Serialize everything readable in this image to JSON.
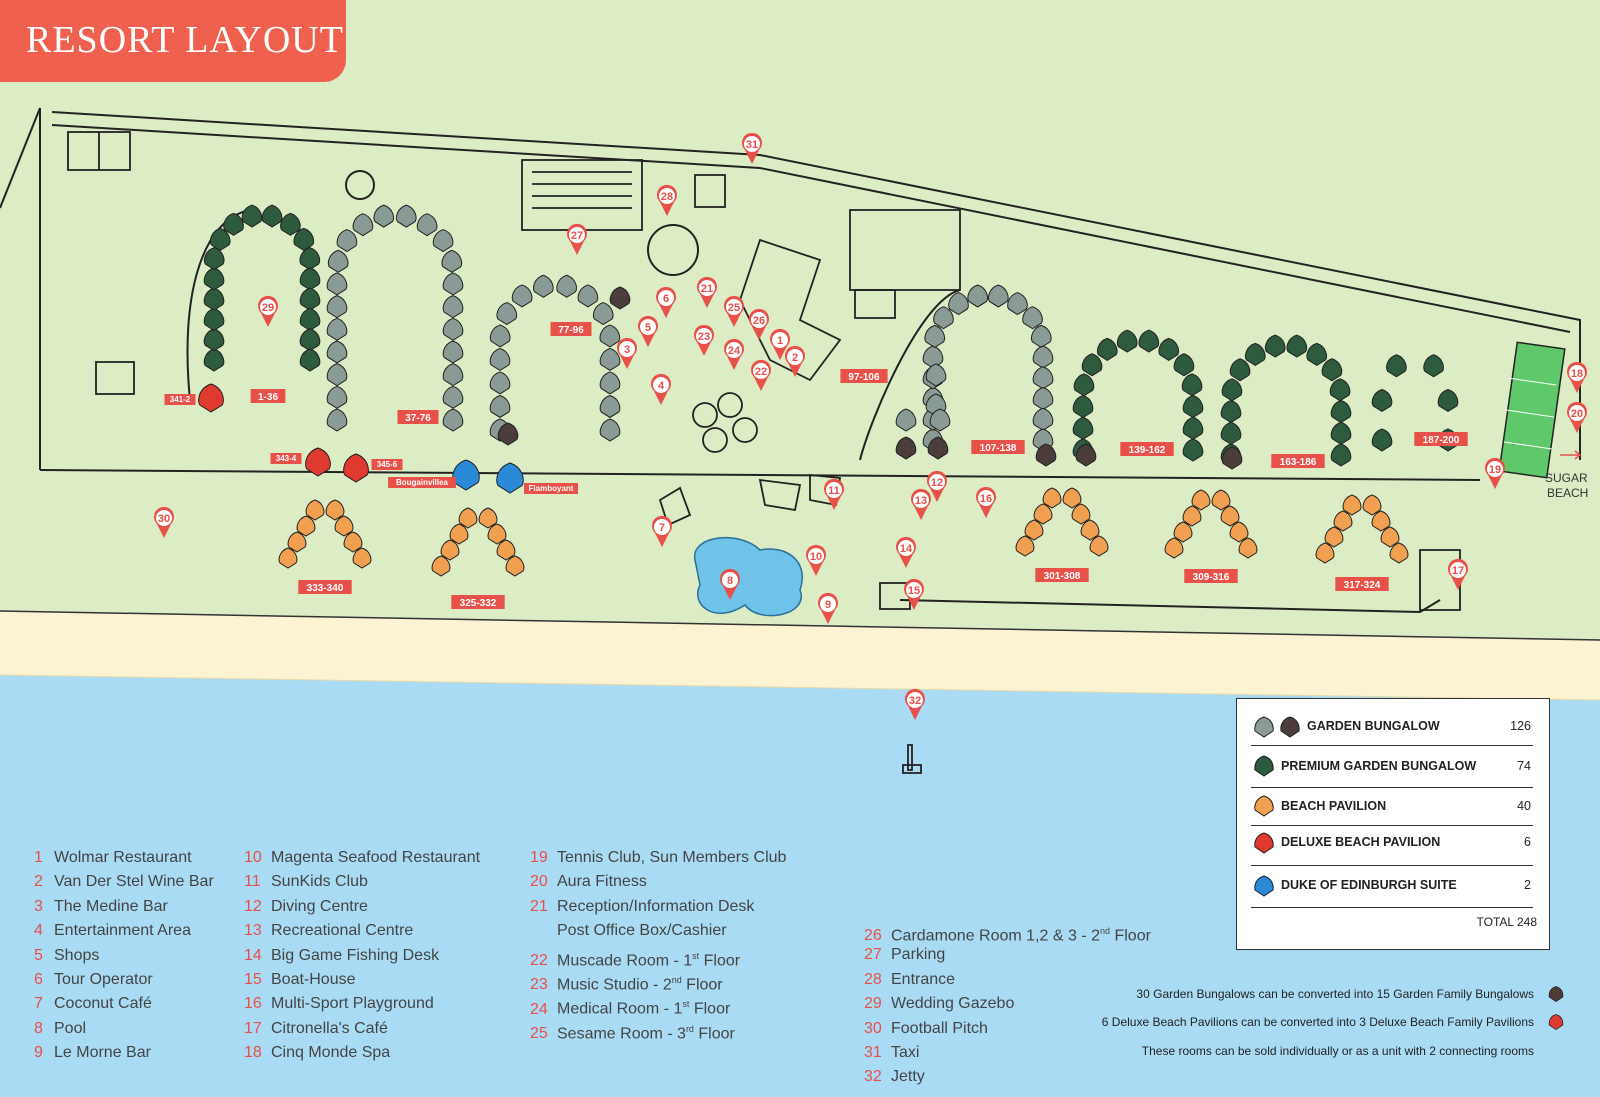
{
  "title": "RESORT LAYOUT",
  "map_labels": {
    "sugar_beach_1": "SUGAR",
    "sugar_beach_2": "BEACH",
    "zones": [
      "1-36",
      "37-76",
      "77-96",
      "97-106",
      "107-138",
      "139-162",
      "163-186",
      "187-200",
      "333-340",
      "325-332",
      "301-308",
      "309-316",
      "317-324",
      "341-2",
      "343-4",
      "345-6",
      "Bougainvillea",
      "Flamboyant"
    ]
  },
  "pins": [
    "1",
    "2",
    "3",
    "4",
    "5",
    "6",
    "7",
    "8",
    "9",
    "10",
    "11",
    "12",
    "13",
    "14",
    "15",
    "16",
    "17",
    "18",
    "19",
    "20",
    "21",
    "22",
    "23",
    "24",
    "25",
    "26",
    "27",
    "28",
    "29",
    "30",
    "31",
    "32"
  ],
  "legend": [
    {
      "num": "1",
      "label": "Wolmar Restaurant"
    },
    {
      "num": "2",
      "label": "Van Der Stel Wine Bar"
    },
    {
      "num": "3",
      "label": "The Medine Bar"
    },
    {
      "num": "4",
      "label": "Entertainment Area"
    },
    {
      "num": "5",
      "label": "Shops"
    },
    {
      "num": "6",
      "label": "Tour Operator"
    },
    {
      "num": "7",
      "label": "Coconut Café"
    },
    {
      "num": "8",
      "label": "Pool"
    },
    {
      "num": "9",
      "label": "Le Morne Bar"
    },
    {
      "num": "10",
      "label": "Magenta Seafood Restaurant"
    },
    {
      "num": "11",
      "label": "SunKids Club"
    },
    {
      "num": "12",
      "label": "Diving Centre"
    },
    {
      "num": "13",
      "label": "Recreational Centre"
    },
    {
      "num": "14",
      "label": "Big Game Fishing Desk"
    },
    {
      "num": "15",
      "label": "Boat-House"
    },
    {
      "num": "16",
      "label": "Multi-Sport Playground"
    },
    {
      "num": "17",
      "label": "Citronella's Café"
    },
    {
      "num": "18",
      "label": "Cinq Monde Spa"
    },
    {
      "num": "19",
      "label": "Tennis Club, Sun Members Club"
    },
    {
      "num": "20",
      "label": "Aura Fitness"
    },
    {
      "num": "21",
      "label": "Reception/Information Desk"
    },
    {
      "num": "",
      "label": "Post Office Box/Cashier"
    },
    {
      "num": "22",
      "label": "Muscade Room - 1",
      "sup": "st",
      "tail": " Floor"
    },
    {
      "num": "23",
      "label": "Music Studio - 2",
      "sup": "nd",
      "tail": " Floor"
    },
    {
      "num": "24",
      "label": "Medical Room  - 1",
      "sup": "st",
      "tail": " Floor"
    },
    {
      "num": "25",
      "label": "Sesame Room - 3",
      "sup": "rd",
      "tail": " Floor"
    },
    {
      "num": "26",
      "label": "Cardamone Room 1,2 & 3 - 2",
      "sup": "nd",
      "tail": " Floor"
    },
    {
      "num": "27",
      "label": "Parking"
    },
    {
      "num": "28",
      "label": "Entrance"
    },
    {
      "num": "29",
      "label": "Wedding Gazebo"
    },
    {
      "num": "30",
      "label": "Football Pitch"
    },
    {
      "num": "31",
      "label": "Taxi"
    },
    {
      "num": "32",
      "label": "Jetty"
    }
  ],
  "key": {
    "rows": [
      {
        "label": "GARDEN BUNGALOW",
        "count": "126",
        "colors": [
          "#8a9a94",
          "#4a3d3a"
        ]
      },
      {
        "label": "PREMIUM GARDEN BUNGALOW",
        "count": "74",
        "colors": [
          "#2e5a3e"
        ]
      },
      {
        "label": "BEACH PAVILION",
        "count": "40",
        "colors": [
          "#f0a050"
        ]
      },
      {
        "label": "DELUXE BEACH PAVILION",
        "count": "6",
        "colors": [
          "#e03a30"
        ]
      },
      {
        "label": "DUKE OF EDINBURGH SUITE",
        "count": "2",
        "colors": [
          "#2a8ad8"
        ]
      }
    ],
    "total": "TOTAL 248"
  },
  "notes": [
    "30 Garden Bungalows can be converted into 15 Garden Family Bungalows",
    "6 Deluxe Beach Pavilions can be converted into 3 Deluxe Beach Family Pavilions",
    "These rooms can be sold individually or as a unit with 2 connecting rooms"
  ],
  "colors": {
    "grass": "#dcecc4",
    "sand": "#fbf3d2",
    "sea": "#a9dcf4",
    "accent": "#f0604f",
    "garden_grey": "#8a9a94",
    "garden_dark": "#4a3d3a",
    "premium": "#2e5a3e",
    "beach": "#f0a050",
    "deluxe": "#e03a30",
    "duke": "#2a8ad8"
  }
}
